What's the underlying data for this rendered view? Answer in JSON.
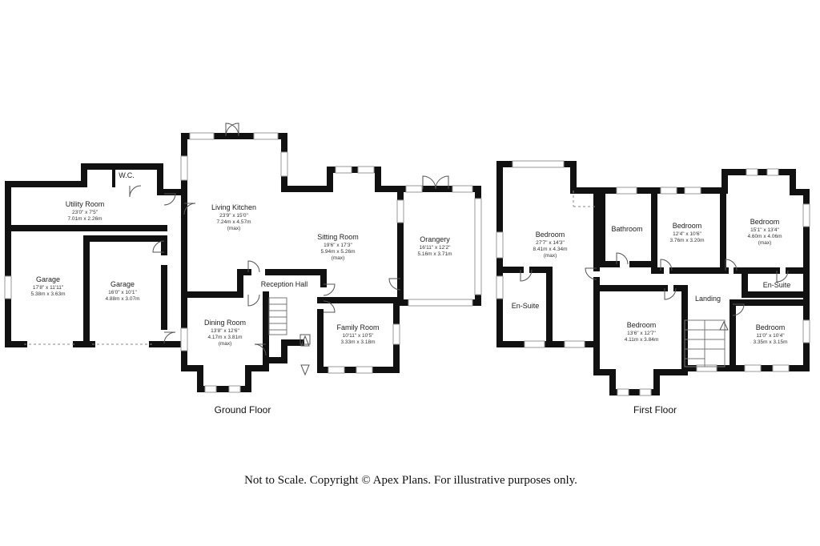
{
  "ground_floor": {
    "label": "Ground Floor",
    "rooms": {
      "utility": {
        "name": "Utility Room",
        "dims": [
          "23'0\" x 7'5\"",
          "7.01m x 2.26m"
        ]
      },
      "wc": {
        "name": "W.C.",
        "dims": []
      },
      "garage1": {
        "name": "Garage",
        "dims": [
          "17'8\" x 11'11\"",
          "5.38m x 3.63m"
        ]
      },
      "garage2": {
        "name": "Garage",
        "dims": [
          "16'0\" x 10'1\"",
          "4.88m x 3.07m"
        ]
      },
      "living_kitchen": {
        "name": "Living Kitchen",
        "dims": [
          "23'9\" x 15'0\"",
          "7.24m x 4.57m",
          "(max)"
        ]
      },
      "sitting": {
        "name": "Sitting Room",
        "dims": [
          "19'6\" x 17'3\"",
          "5.94m x 5.26m",
          "(max)"
        ]
      },
      "orangery": {
        "name": "Orangery",
        "dims": [
          "16'11\" x 12'2\"",
          "5.16m x 3.71m"
        ]
      },
      "reception": {
        "name": "Reception Hall",
        "dims": []
      },
      "dining": {
        "name": "Dining Room",
        "dims": [
          "13'8\" x 12'6\"",
          "4.17m x 3.81m",
          "(max)"
        ]
      },
      "family": {
        "name": "Family Room",
        "dims": [
          "10'11\" x 10'5\"",
          "3.33m x 3.18m"
        ]
      }
    }
  },
  "first_floor": {
    "label": "First Floor",
    "rooms": {
      "master": {
        "name": "Bedroom",
        "dims": [
          "27'7\" x 14'3\"",
          "8.41m x 4.34m",
          "(max)"
        ]
      },
      "ensuite_left": {
        "name": "En-Suite",
        "dims": []
      },
      "bathroom": {
        "name": "Bathroom",
        "dims": []
      },
      "bed2": {
        "name": "Bedroom",
        "dims": [
          "12'4\" x 10'6\"",
          "3.76m x 3.20m"
        ]
      },
      "bed3": {
        "name": "Bedroom",
        "dims": [
          "15'1\" x 13'4\"",
          "4.60m x 4.06m",
          "(max)"
        ]
      },
      "ensuite_right": {
        "name": "En-Suite",
        "dims": []
      },
      "landing": {
        "name": "Landing",
        "dims": []
      },
      "bed4": {
        "name": "Bedroom",
        "dims": [
          "13'6\" x 12'7\"",
          "4.11m x 3.84m"
        ]
      },
      "bed5": {
        "name": "Bedroom",
        "dims": [
          "11'0\" x 10'4\"",
          "3.35m x 3.15m"
        ]
      }
    }
  },
  "footer": "Not to Scale. Copyright © Apex Plans. For illustrative purposes only."
}
